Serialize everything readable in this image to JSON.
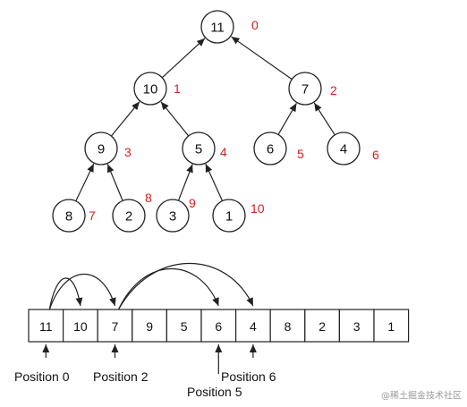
{
  "tree": {
    "nodes": [
      {
        "value": "11",
        "index": "0"
      },
      {
        "value": "10",
        "index": "1"
      },
      {
        "value": "7",
        "index": "2"
      },
      {
        "value": "9",
        "index": "3"
      },
      {
        "value": "5",
        "index": "4"
      },
      {
        "value": "6",
        "index": "5"
      },
      {
        "value": "4",
        "index": "6"
      },
      {
        "value": "8",
        "index": "7"
      },
      {
        "value": "2",
        "index": "8"
      },
      {
        "value": "3",
        "index": "9"
      },
      {
        "value": "1",
        "index": "10"
      }
    ],
    "edges": [
      [
        1,
        0
      ],
      [
        2,
        0
      ],
      [
        3,
        1
      ],
      [
        4,
        1
      ],
      [
        5,
        2
      ],
      [
        6,
        2
      ],
      [
        7,
        3
      ],
      [
        8,
        3
      ],
      [
        9,
        4
      ],
      [
        10,
        4
      ]
    ]
  },
  "array": {
    "cells": [
      "11",
      "10",
      "7",
      "9",
      "5",
      "6",
      "4",
      "8",
      "2",
      "3",
      "1"
    ],
    "child_links": [
      [
        0,
        1
      ],
      [
        0,
        2
      ],
      [
        2,
        5
      ],
      [
        2,
        6
      ]
    ]
  },
  "position_labels": [
    {
      "text": "Position 0",
      "cell": 0
    },
    {
      "text": "Position 2",
      "cell": 2
    },
    {
      "text": "Position 5",
      "cell": 5
    },
    {
      "text": "Position 6",
      "cell": 6
    }
  ],
  "watermark": "@稀土掘金技术社区",
  "colors": {
    "index_label": "#d42020",
    "stroke": "#222222"
  }
}
